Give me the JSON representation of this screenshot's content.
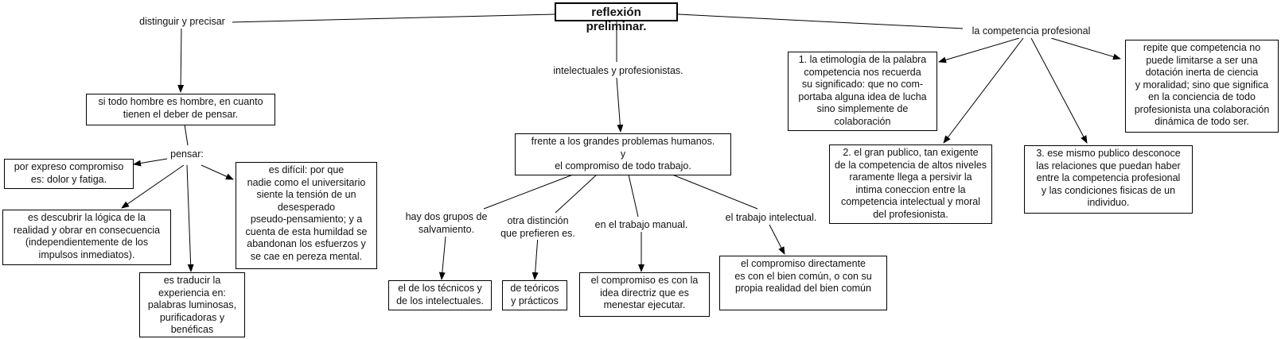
{
  "nodes": {
    "root": "reflexión preliminar.",
    "l_distinguir": "distinguir y precisar",
    "l_intelectuales": "intelectuales y profesionistas.",
    "l_competencia": "la competencia profesional",
    "b_todo_hombre": "si todo hombre es hombre, en cuanto\ntienen el deber de pensar.",
    "l_pensar": "pensar:",
    "b_expreso": "por expreso compromiso\nes: dolor y fatiga.",
    "b_descubrir": "es descubrir la lógica de la\nrealidad y obrar en consecuencia\n(independientemente de los\nimpulsos inmediatos).",
    "b_traducir": "es traducir la\nexperiencia en:\npalabras luminosas,\npurificadoras y\nbenéficas",
    "b_dificil": "es difícil: por que\nnadie como el universitario\nsiente la tensión de un\ndesesperado\npseudo-pensamiento; y a\ncuenta de esta humildad se\nabandonan los esfuerzos y\nse cae en pereza mental.",
    "b_frente": "frente a los grandes problemas humanos.\ny\nel compromiso de todo trabajo.",
    "l_dos_grupos": "hay dos grupos de\nsalvamiento.",
    "l_otra": "otra distinción\nque prefieren es.",
    "l_manual": "en el trabajo manual.",
    "l_intelectual": "el trabajo intelectual.",
    "b_tecnicos": "el de los técnicos y\nde los intelectuales.",
    "b_teoricos": "de teóricos\ny prácticos",
    "b_compromiso_idea": "el compromiso es con la\nidea directriz que es\nmenestar ejecutar.",
    "b_compromiso_directo": "el compromiso directamente\nes con el bien común, o con su\npropia realidad del bien común",
    "b_etimologia": "1. la etimología de la palabra\ncompetencia nos recuerda\nsu significado: que no com-\nportaba alguna idea de lucha\nsino simplemente de\ncolaboración",
    "b_publico": "2. el gran publico, tan exigente\nde la competencia de altos niveles\nraramente llega a persivir la\nintima coneccion entre la\ncompetencia intelectual y moral\ndel profesionista.",
    "b_desconoce": "3. ese mismo publico desconoce\nlas relaciones que puedan haber\nentre la competencia profesional\ny las condiciones fisicas de un\nindividuo.",
    "b_repite": "repite que competencia no\npuede limitarse a ser una\ndotación inerta de ciencia\ny moralidad; sino que significa\nen la conciencia de todo\nprofesionista una colaboración\ndinámica de todo ser."
  }
}
